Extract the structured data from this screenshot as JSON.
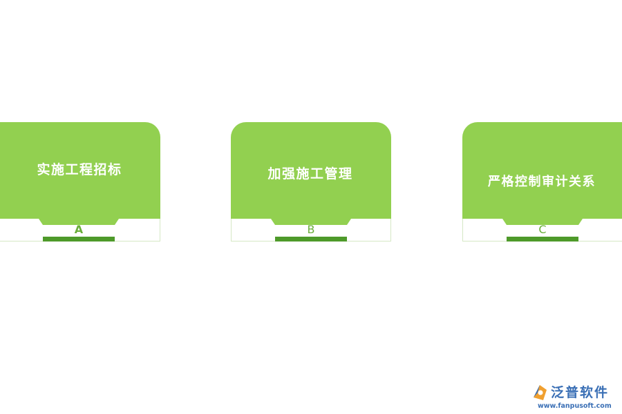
{
  "cards": [
    {
      "title": "实施工程招标",
      "letter": "A"
    },
    {
      "title": "加强施工管理",
      "letter": "B"
    },
    {
      "title": "严格控制审计关系",
      "letter": "C"
    }
  ],
  "logo": {
    "name": "泛普软件",
    "url": "www.fanpusoft.com"
  },
  "colors": {
    "card_fill": "#92d050",
    "card_bar": "#4e9a2a",
    "letter": "#6aae3a",
    "logo": "#3a6fb5"
  }
}
